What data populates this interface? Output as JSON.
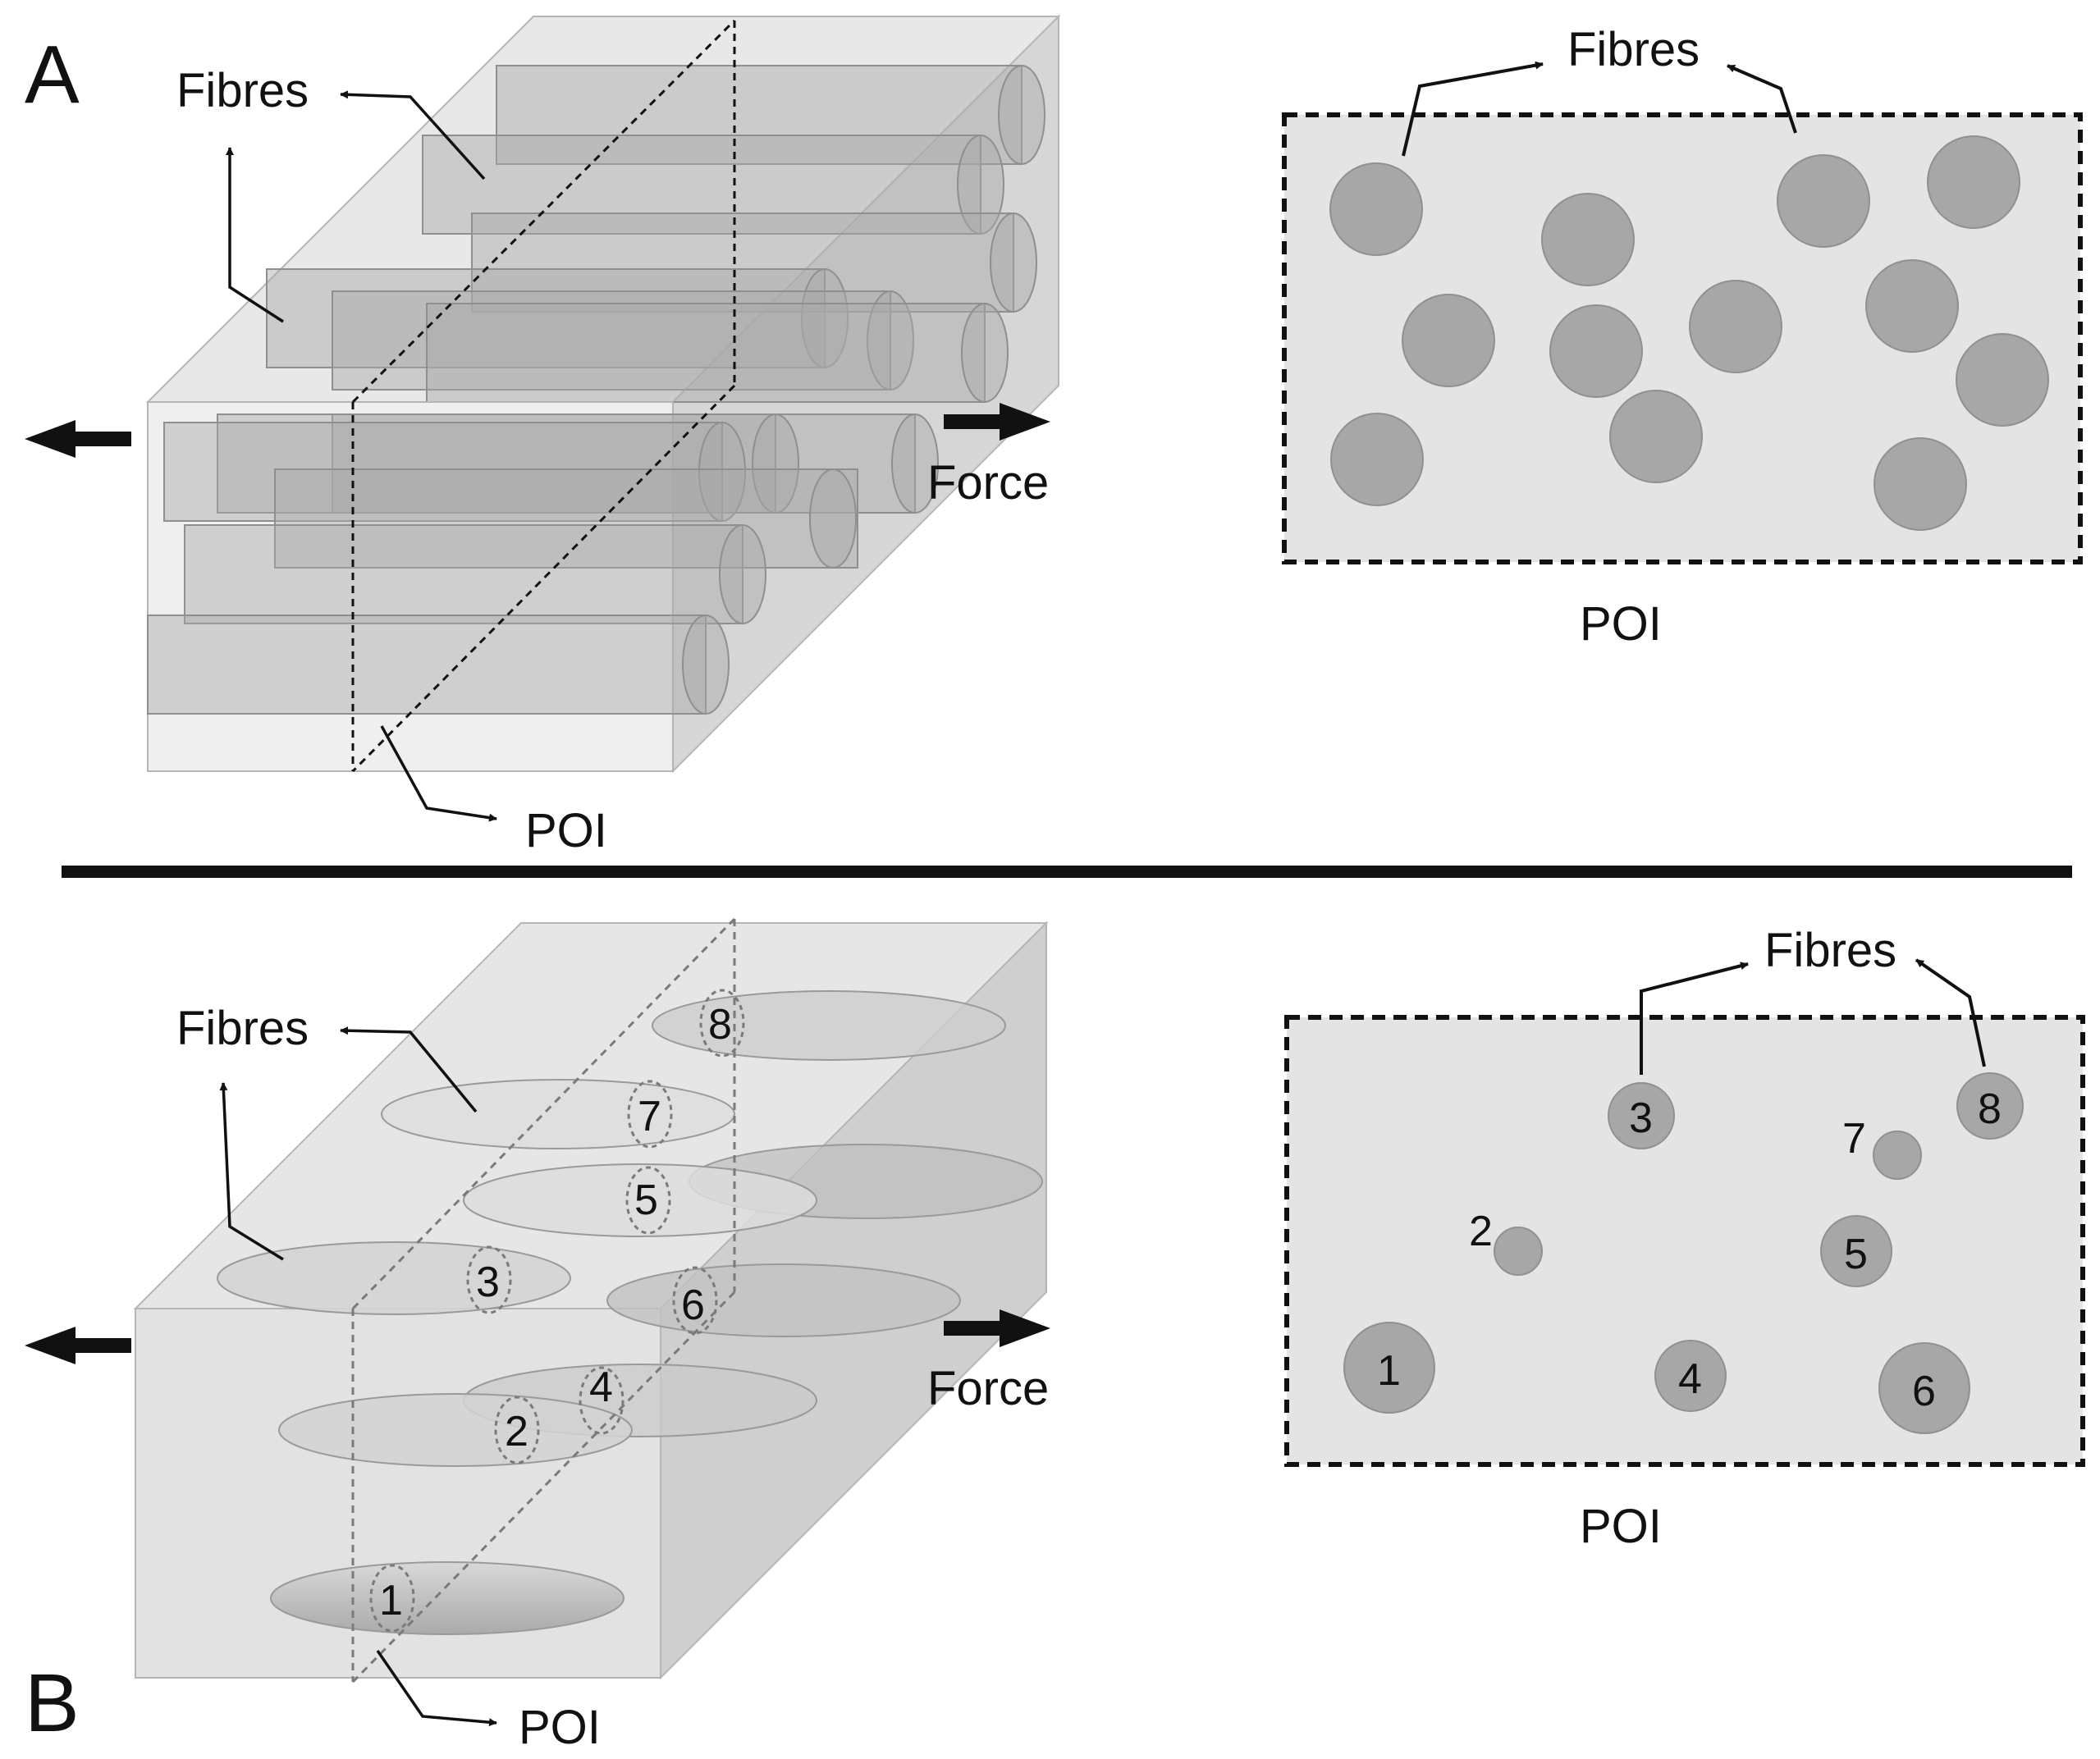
{
  "panels": {
    "a": {
      "letter": "A",
      "fibres_label_3d": "Fibres",
      "fibres_label_section": "Fibres",
      "force_label": "Force",
      "poi_label_3d": "POI",
      "poi_label_section": "POI"
    },
    "b": {
      "letter": "B",
      "fibres_label_3d": "Fibres",
      "fibres_label_section": "Fibres",
      "force_label": "Force",
      "poi_label_3d": "POI",
      "poi_label_section": "POI",
      "fibre_numbers": [
        "1",
        "2",
        "3",
        "4",
        "5",
        "6",
        "7",
        "8"
      ]
    }
  },
  "colors": {
    "box_face": "#dedede",
    "box_side": "#c9c9c9",
    "fibre": "#a9a9a9",
    "section_bg": "#e4e4e4",
    "section_fibre": "#a7a7a7",
    "ink": "#111111"
  }
}
